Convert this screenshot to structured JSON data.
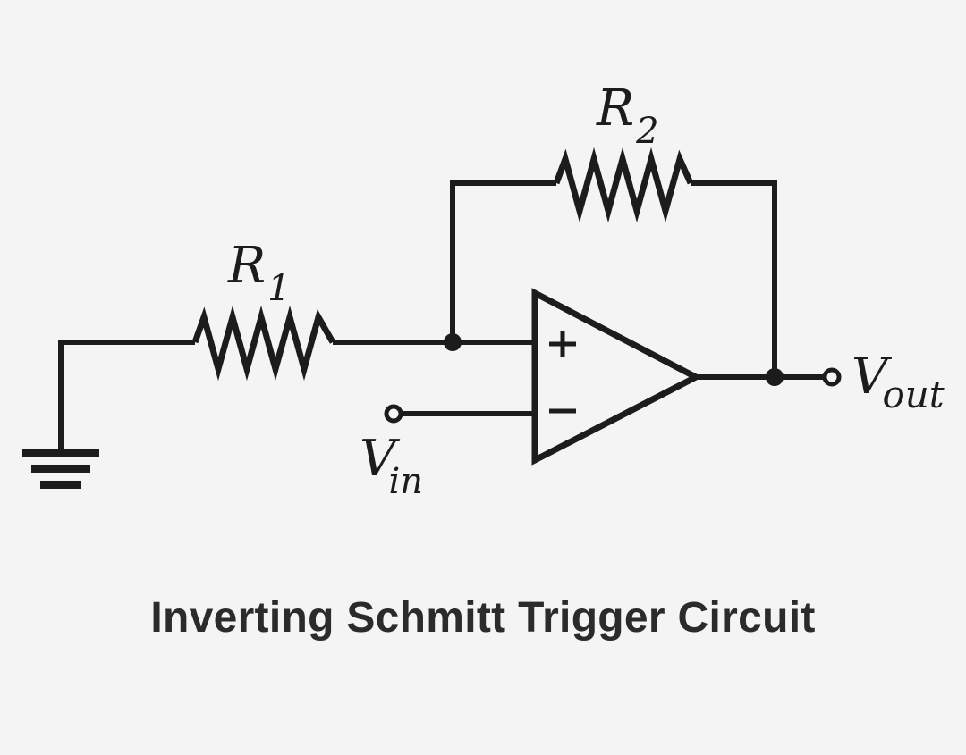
{
  "caption": "Inverting Schmitt Trigger Circuit",
  "labels": {
    "r1": {
      "main": "R",
      "sub": "1"
    },
    "r2": {
      "main": "R",
      "sub": "2"
    },
    "vin": {
      "main": "V",
      "sub": "in"
    },
    "vout": {
      "main": "V",
      "sub": "out"
    }
  },
  "opamp": {
    "plus_sign": "+",
    "minus_sign": "−"
  },
  "colors": {
    "ink": "#1c1c1c",
    "background": "#f4f4f4",
    "caption_text": "#2b2b2b"
  }
}
